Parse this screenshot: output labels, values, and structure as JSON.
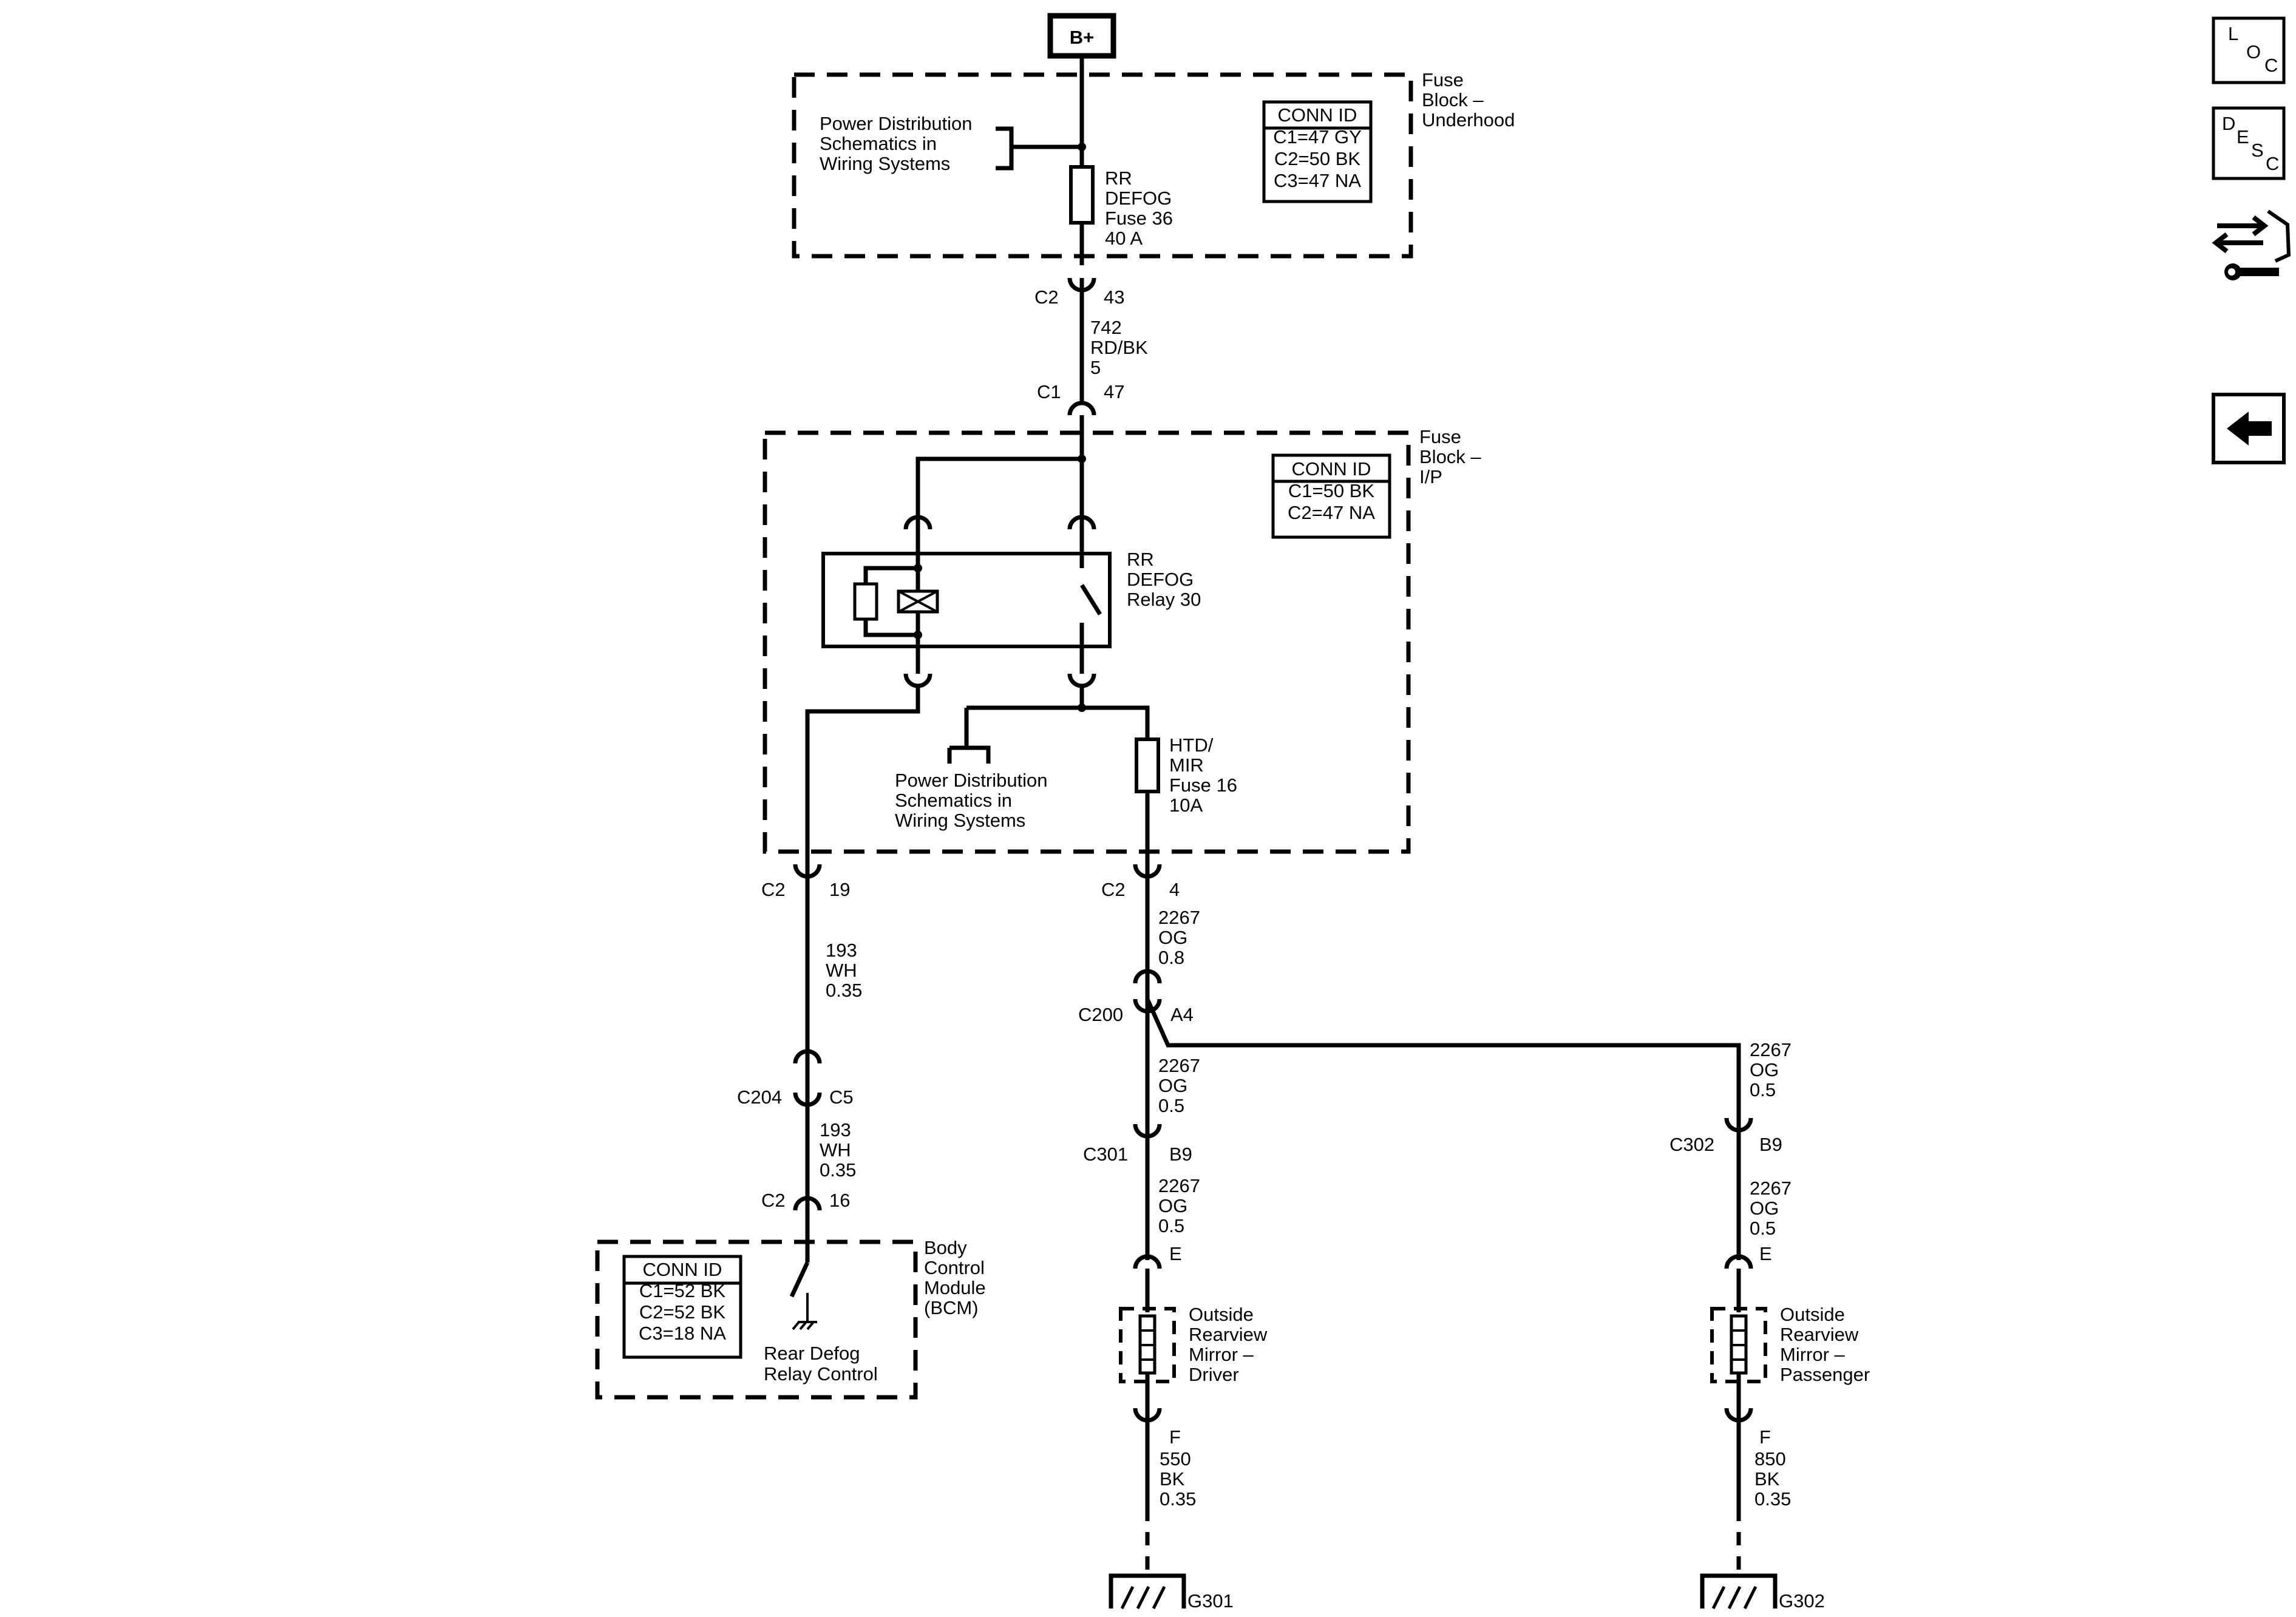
{
  "supply": {
    "label": "B+"
  },
  "nav": {
    "loc": [
      "L",
      "O",
      "C"
    ],
    "desc": [
      "D",
      "E",
      "S",
      "C"
    ]
  },
  "text_groups": {
    "underhood_pd": [
      "Power Distribution",
      "Schematics in",
      "Wiring Systems"
    ],
    "fuse36": [
      "RR",
      "DEFOG",
      "Fuse 36",
      "40 A"
    ],
    "underhood_block": [
      "Fuse",
      "Block –",
      "Underhood"
    ],
    "underhood_conn": [
      "CONN ID",
      "C1=47 GY",
      "C2=50 BK",
      "C3=47 NA"
    ],
    "w742": [
      "742",
      "RD/BK",
      "5"
    ],
    "ip_block": [
      "Fuse",
      "Block –",
      "I/P"
    ],
    "ip_conn": [
      "CONN ID",
      "C1=50 BK",
      "C2=47 NA"
    ],
    "relay30": [
      "RR",
      "DEFOG",
      "Relay 30"
    ],
    "ip_pd": [
      "Power Distribution",
      "Schematics in",
      "Wiring Systems"
    ],
    "fuse16": [
      "HTD/",
      "MIR",
      "Fuse 16",
      "10A"
    ],
    "w193a": [
      "193",
      "WH",
      "0.35"
    ],
    "w193b": [
      "193",
      "WH",
      "0.35"
    ],
    "w2267a": [
      "2267",
      "OG",
      "0.8"
    ],
    "w2267b": [
      "2267",
      "OG",
      "0.5"
    ],
    "w2267c": [
      "2267",
      "OG",
      "0.5"
    ],
    "w2267d": [
      "2267",
      "OG",
      "0.5"
    ],
    "w2267e": [
      "2267",
      "OG",
      "0.5"
    ],
    "bcm": [
      "Body",
      "Control",
      "Module",
      "(BCM)"
    ],
    "bcm_conn": [
      "CONN ID",
      "C1=52 BK",
      "C2=52 BK",
      "C3=18 NA"
    ],
    "rear_defog": [
      "Rear Defog",
      "Relay Control"
    ],
    "mirror_driver": [
      "Outside",
      "Rearview",
      "Mirror –",
      "Driver"
    ],
    "mirror_passenger": [
      "Outside",
      "Rearview",
      "Mirror –",
      "Passenger"
    ],
    "w550": [
      "550",
      "BK",
      "0.35"
    ],
    "w850": [
      "850",
      "BK",
      "0.35"
    ]
  },
  "labels": {
    "c2_43": "C2",
    "p43": "43",
    "c1_47": "C1",
    "p47": "47",
    "c2_19": "C2",
    "p19": "19",
    "c2_4": "C2",
    "p4": "4",
    "c200": "C200",
    "pa4": "A4",
    "c204": "C204",
    "pc5": "C5",
    "c2_16": "C2",
    "p16": "16",
    "c301": "C301",
    "pb9_301": "B9",
    "c302": "C302",
    "pb9_302": "B9",
    "pe_drv": "E",
    "pe_pass": "E",
    "pf_drv": "F",
    "pf_pass": "F",
    "g301": "G301",
    "g302": "G302"
  }
}
